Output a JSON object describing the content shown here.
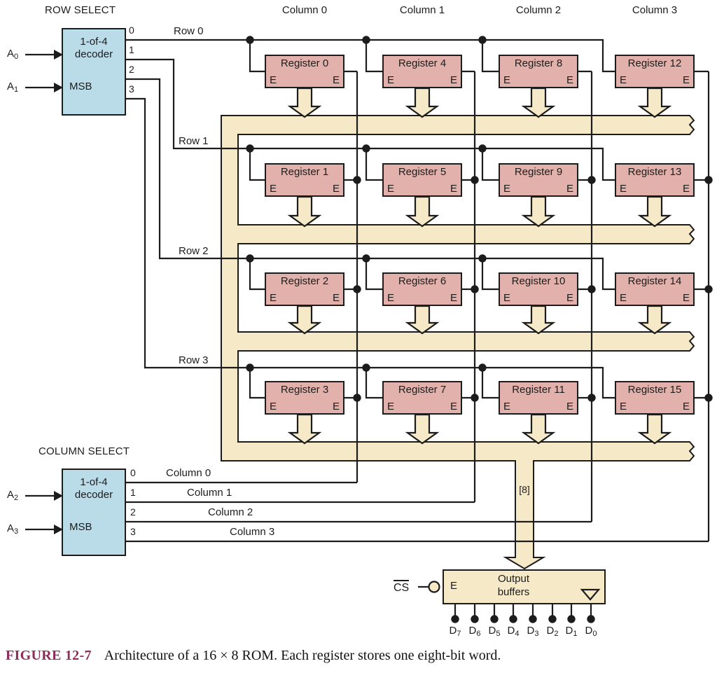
{
  "row_select": {
    "title": "ROW SELECT",
    "decoder": {
      "line1": "1-of-4",
      "line2": "decoder",
      "msb": "MSB"
    },
    "inputs": [
      {
        "base": "A",
        "sub": "0"
      },
      {
        "base": "A",
        "sub": "1"
      }
    ],
    "output_pins": [
      "0",
      "1",
      "2",
      "3"
    ],
    "row_labels": [
      "Row 0",
      "Row 1",
      "Row 2",
      "Row 3"
    ]
  },
  "column_select": {
    "title": "COLUMN SELECT",
    "decoder": {
      "line1": "1-of-4",
      "line2": "decoder",
      "msb": "MSB"
    },
    "inputs": [
      {
        "base": "A",
        "sub": "2"
      },
      {
        "base": "A",
        "sub": "3"
      }
    ],
    "output_pins": [
      "0",
      "1",
      "2",
      "3"
    ],
    "column_labels": [
      "Column 0",
      "Column 1",
      "Column 2",
      "Column 3"
    ]
  },
  "column_headers": [
    "Column 0",
    "Column 1",
    "Column 2",
    "Column 3"
  ],
  "registers": {
    "enable_label": "E",
    "grid": [
      [
        "Register 0",
        "Register 4",
        "Register 8",
        "Register 12"
      ],
      [
        "Register 1",
        "Register 5",
        "Register 9",
        "Register 13"
      ],
      [
        "Register 2",
        "Register 6",
        "Register 10",
        "Register 14"
      ],
      [
        "Register 3",
        "Register 7",
        "Register 11",
        "Register 15"
      ]
    ]
  },
  "bus": {
    "width_label": "[8]"
  },
  "output_buffers": {
    "enable_label": "E",
    "label_line1": "Output",
    "label_line2": "buffers",
    "cs_label": "CS"
  },
  "data_outputs": [
    {
      "base": "D",
      "sub": "7"
    },
    {
      "base": "D",
      "sub": "6"
    },
    {
      "base": "D",
      "sub": "5"
    },
    {
      "base": "D",
      "sub": "4"
    },
    {
      "base": "D",
      "sub": "3"
    },
    {
      "base": "D",
      "sub": "2"
    },
    {
      "base": "D",
      "sub": "1"
    },
    {
      "base": "D",
      "sub": "0"
    }
  ],
  "caption": {
    "figure_label": "FIGURE 12-7",
    "text": "Architecture of a 16 × 8 ROM. Each register stores one eight-bit word."
  },
  "colors": {
    "line": "#1c1c1c",
    "decoder_fill": "#badce9",
    "register_fill": "#e3b1ab",
    "bus_fill": "#f6e9c8",
    "figure_label_color": "#8c2d5a",
    "background": "#ffffff"
  }
}
